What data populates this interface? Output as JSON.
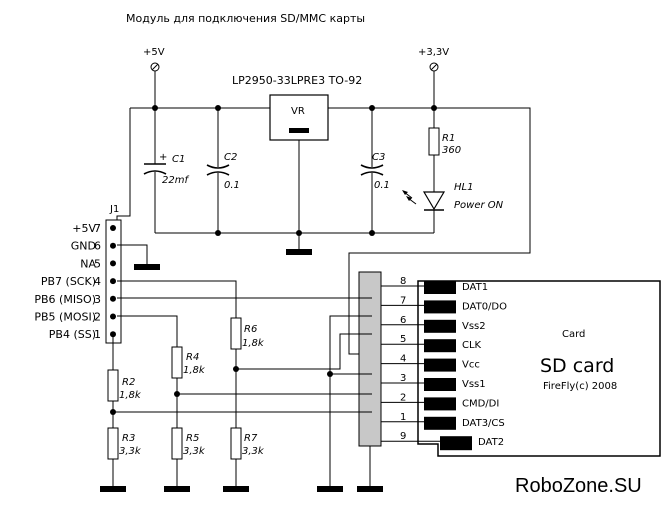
{
  "title": "Модуль для подключения SD/MMC карты",
  "power": {
    "v5": "+5V",
    "v33": "+3,3V"
  },
  "regulator": {
    "part": "LP2950-33LPRE3 TO-92",
    "label": "VR"
  },
  "components": {
    "c1": {
      "name": "C1",
      "value": "22mf"
    },
    "c2": {
      "name": "C2",
      "value": "0.1"
    },
    "c3": {
      "name": "C3",
      "value": "0.1"
    },
    "r1": {
      "name": "R1",
      "value": "360"
    },
    "hl1": {
      "name": "HL1",
      "value": "Power ON"
    },
    "r2": {
      "name": "R2",
      "value": "1,8k"
    },
    "r3": {
      "name": "R3",
      "value": "3,3k"
    },
    "r4": {
      "name": "R4",
      "value": "1,8k"
    },
    "r5": {
      "name": "R5",
      "value": "3,3k"
    },
    "r6": {
      "name": "R6",
      "value": "1,8k"
    },
    "r7": {
      "name": "R7",
      "value": "3,3k"
    }
  },
  "connector": {
    "name": "J1",
    "pins": [
      {
        "label": "+5V",
        "num": "7"
      },
      {
        "label": "GND",
        "num": "6"
      },
      {
        "label": "NA",
        "num": "5"
      },
      {
        "label": "PB7 (SCK)",
        "num": "4"
      },
      {
        "label": "PB6 (MISO)",
        "num": "3"
      },
      {
        "label": "PB5 (MOSI)",
        "num": "2"
      },
      {
        "label": "PB4 (SS)",
        "num": "1"
      }
    ]
  },
  "sdcard": {
    "header": "Card",
    "name": "SD card",
    "credit": "FireFly(c) 2008",
    "pins": [
      {
        "num": "8",
        "label": "DAT1"
      },
      {
        "num": "7",
        "label": "DAT0/DO"
      },
      {
        "num": "6",
        "label": "Vss2"
      },
      {
        "num": "5",
        "label": "CLK"
      },
      {
        "num": "4",
        "label": "Vcc"
      },
      {
        "num": "3",
        "label": "Vss1"
      },
      {
        "num": "2",
        "label": "CMD/DI"
      },
      {
        "num": "1",
        "label": "DAT3/CS"
      },
      {
        "num": "9",
        "label": "DAT2"
      }
    ]
  },
  "brand": "RoboZone.SU"
}
